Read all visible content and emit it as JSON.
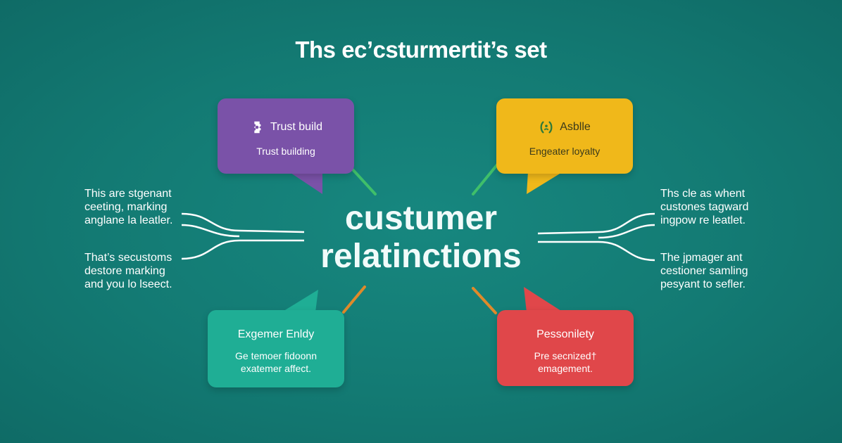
{
  "title": "Ths ec’csturmertit’s set",
  "center": {
    "line1": "custumer",
    "line2": "relatinctions"
  },
  "bubbles": [
    {
      "id": "purple",
      "heading": "Trust build",
      "body": [
        "Trust building"
      ],
      "icon": "puzzle-icon",
      "color": "#7a52a8"
    },
    {
      "id": "yellow",
      "heading": "Asblle",
      "body": [
        "Engeater loyalty"
      ],
      "icon": "bracket-icon",
      "color": "#f0b81a"
    },
    {
      "id": "teal",
      "heading": "Exgemer Enldy",
      "body": [
        "Ge temoer fidoonn",
        "exatemer affect."
      ],
      "color": "#1fae95"
    },
    {
      "id": "red",
      "heading": "Pessonilety",
      "body": [
        "Pre secnized†",
        "emagement."
      ],
      "color": "#e0474a"
    }
  ],
  "side_notes": {
    "left_top": [
      "This are stgenant",
      "ceeting, marking",
      "anglane la leatler."
    ],
    "left_bottom": [
      "That’s secustoms",
      "destore marking",
      "and you lo lseect."
    ],
    "right_top": [
      "Ths cle as whent",
      "custones tagward",
      "ingpow re leatlet."
    ],
    "right_bottom": [
      "The jpmager ant",
      "cestioner samling",
      "pesyant to sefler."
    ]
  },
  "colors": {
    "background": "#137a73",
    "purple": "#7a52a8",
    "yellow": "#f0b81a",
    "teal": "#1fae95",
    "red": "#e0474a",
    "green_accent": "#3fbf6a",
    "orange_accent": "#e08a2a"
  }
}
